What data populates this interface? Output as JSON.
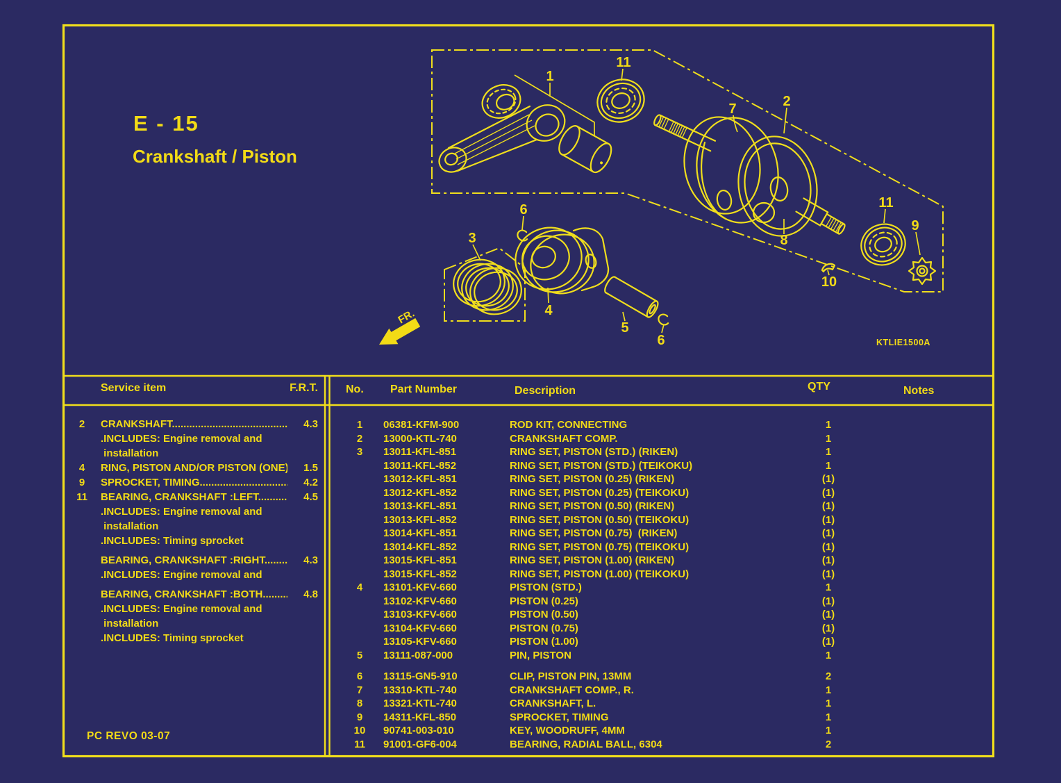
{
  "page": {
    "code": "E - 15",
    "title": "Crankshaft / Piston",
    "footer": "PC REVO   03-07",
    "diagram_code": "KTLIE1500A",
    "fr_label": "FR."
  },
  "colors": {
    "background": "#2B2A62",
    "accent": "#F2DB16"
  },
  "service_table": {
    "header": {
      "item": "Service item",
      "frt": "F.R.T."
    },
    "rows": [
      {
        "no": "2",
        "text": "CRANKSHAFT..........................................",
        "frt": "4.3"
      },
      {
        "text": ".INCLUDES: Engine removal and"
      },
      {
        "text": " installation"
      },
      {
        "no": "4",
        "text": "RING, PISTON AND/OR PISTON (ONE)",
        "frt": "1.5"
      },
      {
        "no": "9",
        "text": "SPROCKET, TIMING...............................",
        "frt": "4.2"
      },
      {
        "no": "11",
        "text": "BEARING, CRANKSHAFT :LEFT...........",
        "frt": "4.5"
      },
      {
        "text": ".INCLUDES: Engine removal and"
      },
      {
        "text": " installation"
      },
      {
        "text": ".INCLUDES: Timing sprocket"
      },
      {
        "style": "height:7px"
      },
      {
        "text": "BEARING, CRANKSHAFT :RIGHT.........",
        "frt": "4.3"
      },
      {
        "text": ".INCLUDES: Engine removal and"
      },
      {
        "style": "height:7px"
      },
      {
        "text": "BEARING, CRANKSHAFT :BOTH..........",
        "frt": "4.8"
      },
      {
        "text": ".INCLUDES: Engine removal and"
      },
      {
        "text": " installation"
      },
      {
        "text": ".INCLUDES: Timing sprocket"
      }
    ]
  },
  "parts_table": {
    "header": {
      "no": "No.",
      "part_number": "Part Number",
      "description": "Description",
      "qty": "QTY",
      "notes": "Notes"
    },
    "rows": [
      {
        "no": "1",
        "pn": "06381-KFM-900",
        "desc": "ROD KIT, CONNECTING",
        "qty": "1"
      },
      {
        "no": "2",
        "pn": "13000-KTL-740",
        "desc": "CRANKSHAFT COMP.",
        "qty": "1"
      },
      {
        "no": "3",
        "pn": "13011-KFL-851",
        "desc": "RING SET, PISTON (STD.) (RIKEN)",
        "qty": "1"
      },
      {
        "pn": "13011-KFL-852",
        "desc": "RING SET, PISTON (STD.) (TEIKOKU)",
        "qty": "1"
      },
      {
        "pn": "13012-KFL-851",
        "desc": "RING SET, PISTON (0.25) (RIKEN)",
        "qty": "(1)"
      },
      {
        "pn": "13012-KFL-852",
        "desc": "RING SET, PISTON (0.25) (TEIKOKU)",
        "qty": "(1)"
      },
      {
        "pn": "13013-KFL-851",
        "desc": "RING SET, PISTON (0.50) (RIKEN)",
        "qty": "(1)"
      },
      {
        "pn": "13013-KFL-852",
        "desc": "RING SET, PISTON (0.50) (TEIKOKU)",
        "qty": "(1)"
      },
      {
        "pn": "13014-KFL-851",
        "desc": "RING SET, PISTON (0.75)  (RIKEN)",
        "qty": "(1)"
      },
      {
        "pn": "13014-KFL-852",
        "desc": "RING SET, PISTON (0.75) (TEIKOKU)",
        "qty": "(1)"
      },
      {
        "pn": "13015-KFL-851",
        "desc": "RING SET, PISTON (1.00) (RIKEN)",
        "qty": "(1)"
      },
      {
        "pn": "13015-KFL-852",
        "desc": "RING SET, PISTON (1.00) (TEIKOKU)",
        "qty": "(1)"
      },
      {
        "no": "4",
        "pn": "13101-KFV-660",
        "desc": "PISTON (STD.)",
        "qty": "1"
      },
      {
        "pn": "13102-KFV-660",
        "desc": "PISTON (0.25)",
        "qty": "(1)"
      },
      {
        "pn": "13103-KFV-660",
        "desc": "PISTON (0.50)",
        "qty": "(1)"
      },
      {
        "pn": "13104-KFV-660",
        "desc": "PISTON (0.75)",
        "qty": "(1)"
      },
      {
        "pn": "13105-KFV-660",
        "desc": "PISTON (1.00)",
        "qty": "(1)"
      },
      {
        "no": "5",
        "pn": "13111-087-000",
        "desc": "PIN, PISTON",
        "qty": "1"
      },
      {
        "style": "height:11px"
      },
      {
        "no": "6",
        "pn": "13115-GN5-910",
        "desc": "CLIP, PISTON PIN, 13MM",
        "qty": "2"
      },
      {
        "no": "7",
        "pn": "13310-KTL-740",
        "desc": "CRANKSHAFT COMP., R.",
        "qty": "1"
      },
      {
        "no": "8",
        "pn": "13321-KTL-740",
        "desc": "CRANKSHAFT, L.",
        "qty": "1"
      },
      {
        "no": "9",
        "pn": "14311-KFL-850",
        "desc": "SPROCKET, TIMING",
        "qty": "1"
      },
      {
        "no": "10",
        "pn": "90741-003-010",
        "desc": "KEY, WOODRUFF, 4MM",
        "qty": "1"
      },
      {
        "no": "11",
        "pn": "91001-GF6-004",
        "desc": "BEARING, RADIAL BALL, 6304",
        "qty": "2"
      }
    ]
  },
  "diagram": {
    "callouts": [
      "1",
      "11",
      "7",
      "2",
      "6",
      "3",
      "4",
      "8",
      "11",
      "9",
      "10",
      "5",
      "6"
    ]
  }
}
